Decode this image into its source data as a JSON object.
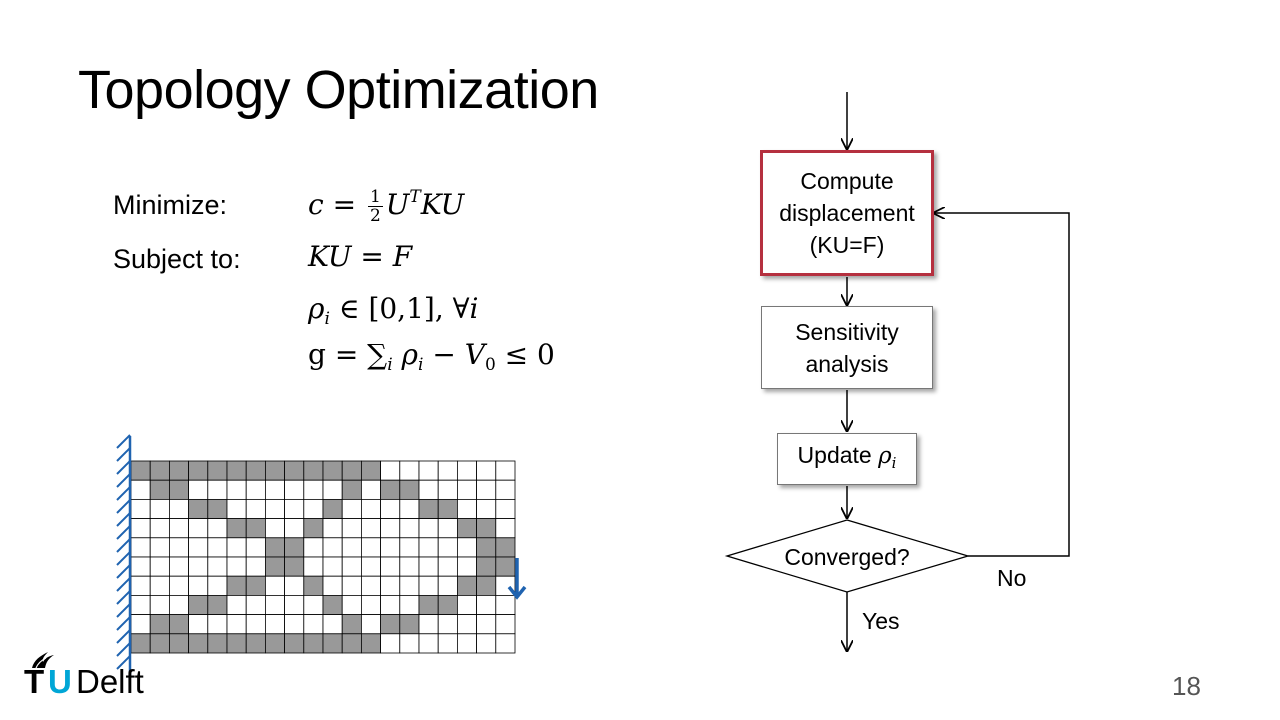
{
  "slide": {
    "title": "Topology Optimization",
    "page_number": "18"
  },
  "formulation": {
    "minimize_label": "Minimize:",
    "subject_to_label": "Subject to:",
    "objective": {
      "lhs": "c",
      "frac_num": "1",
      "frac_den": "2",
      "rest": "U",
      "sup": "T",
      "tail": "KU"
    },
    "constraint_equilibrium": "KU = F",
    "constraint_bounds": {
      "var": "ρ",
      "sub": "i",
      "rest": "∈ [0,1], ∀",
      "idx": "i"
    },
    "constraint_volume": {
      "g": "g = ∑",
      "sub_i": "i",
      "rho": "ρ",
      "sub_rho": "i",
      "minus": "− V",
      "sub_v": "0",
      "tail": "≤ 0"
    }
  },
  "flowchart": {
    "compute_box": "Compute\ndisplacement\n(KU=F)",
    "sensitivity_box": "Sensitivity\nanalysis",
    "update_box": {
      "text": "Update",
      "var": "ρ",
      "sub": "i"
    },
    "decision": "Converged?",
    "no_label": "No",
    "yes_label": "Yes"
  },
  "design_grid": {
    "rows": 10,
    "cols": 20,
    "solid_color": "#999999",
    "void_color": "#ffffff",
    "line_color": "#000000",
    "filled_cells": [
      [
        0,
        0
      ],
      [
        0,
        1
      ],
      [
        0,
        2
      ],
      [
        0,
        3
      ],
      [
        0,
        4
      ],
      [
        0,
        5
      ],
      [
        0,
        6
      ],
      [
        0,
        7
      ],
      [
        0,
        8
      ],
      [
        0,
        9
      ],
      [
        0,
        10
      ],
      [
        0,
        11
      ],
      [
        0,
        12
      ],
      [
        1,
        1
      ],
      [
        1,
        2
      ],
      [
        1,
        11
      ],
      [
        1,
        13
      ],
      [
        1,
        14
      ],
      [
        2,
        3
      ],
      [
        2,
        4
      ],
      [
        2,
        10
      ],
      [
        2,
        15
      ],
      [
        2,
        16
      ],
      [
        3,
        5
      ],
      [
        3,
        6
      ],
      [
        3,
        9
      ],
      [
        3,
        17
      ],
      [
        3,
        18
      ],
      [
        4,
        7
      ],
      [
        4,
        8
      ],
      [
        4,
        18
      ],
      [
        4,
        19
      ],
      [
        5,
        7
      ],
      [
        5,
        8
      ],
      [
        5,
        18
      ],
      [
        5,
        19
      ],
      [
        6,
        5
      ],
      [
        6,
        6
      ],
      [
        6,
        9
      ],
      [
        6,
        17
      ],
      [
        6,
        18
      ],
      [
        7,
        3
      ],
      [
        7,
        4
      ],
      [
        7,
        10
      ],
      [
        7,
        15
      ],
      [
        7,
        16
      ],
      [
        8,
        1
      ],
      [
        8,
        2
      ],
      [
        8,
        11
      ],
      [
        8,
        13
      ],
      [
        8,
        14
      ],
      [
        9,
        0
      ],
      [
        9,
        1
      ],
      [
        9,
        2
      ],
      [
        9,
        3
      ],
      [
        9,
        4
      ],
      [
        9,
        5
      ],
      [
        9,
        6
      ],
      [
        9,
        7
      ],
      [
        9,
        8
      ],
      [
        9,
        9
      ],
      [
        9,
        10
      ],
      [
        9,
        11
      ],
      [
        9,
        12
      ]
    ],
    "support_color": "#1f63b0",
    "load_color": "#1f63b0"
  },
  "logo": {
    "t": "T",
    "u": "U",
    "delft": "Delft",
    "accent_color": "#00a6d6"
  }
}
